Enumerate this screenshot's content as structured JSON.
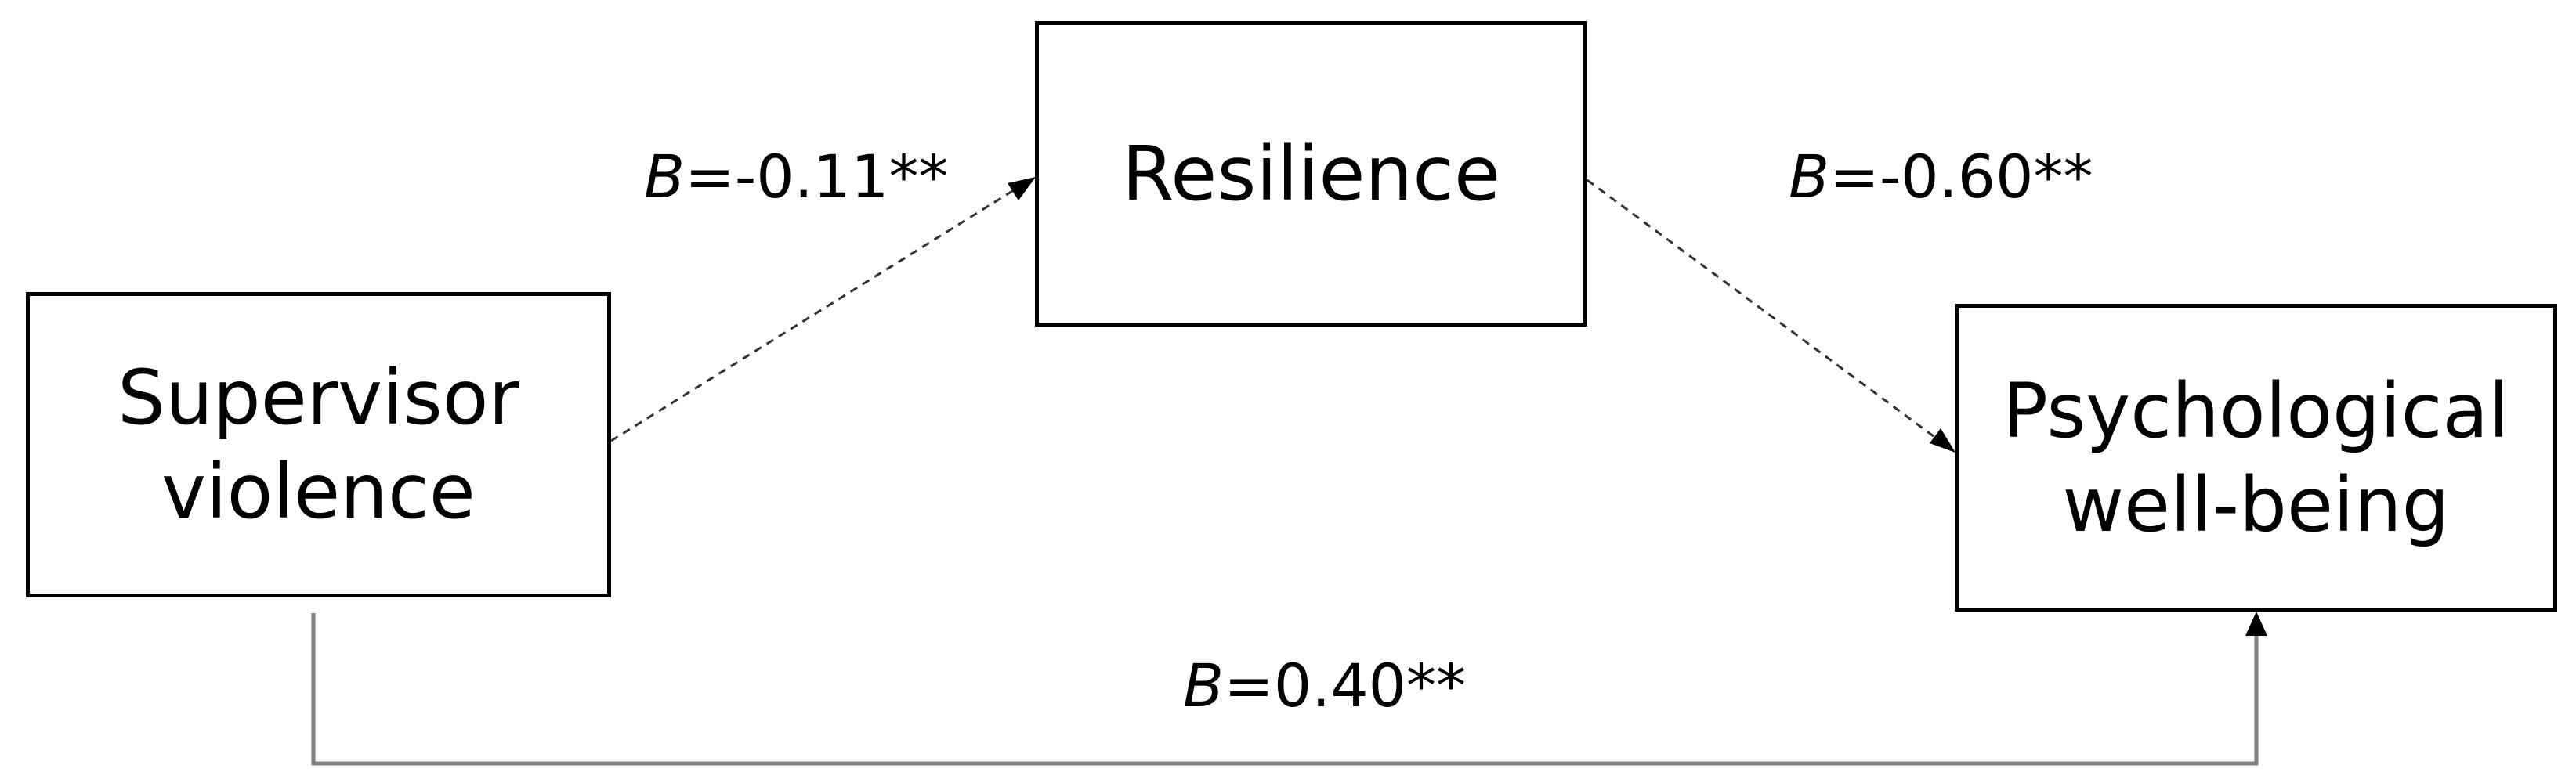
{
  "nodes": {
    "supervisor_violence": {
      "line1": "Supervisor",
      "line2": "violence"
    },
    "resilience": {
      "label": "Resilience"
    },
    "psychological_wellbeing": {
      "line1": "Psychological",
      "line2": "well-being"
    }
  },
  "paths": {
    "a": {
      "symbol": "B",
      "value": "=-0.11**",
      "style": "dashed"
    },
    "b": {
      "symbol": "B",
      "value": "=-0.60**",
      "style": "dashed"
    },
    "c": {
      "symbol": "B",
      "value": "=0.40**",
      "style": "solid"
    }
  },
  "colors": {
    "dashed_arrow": "#333333",
    "solid_arrow": "#7f7f7f",
    "box_border": "#000000"
  }
}
